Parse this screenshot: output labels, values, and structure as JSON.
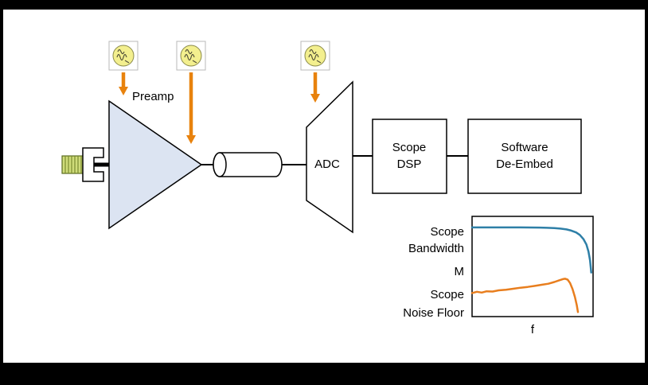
{
  "canvas": {
    "background": "#ffffff",
    "frame": "#000000"
  },
  "labels": {
    "preamp": "Preamp",
    "adc": "ADC",
    "scope_dsp": [
      "Scope",
      "DSP"
    ],
    "software_deembed": [
      "Software",
      "De-Embed"
    ]
  },
  "icons": {
    "noise_source": "noise-source-icon",
    "noise_fill": "#F3EF8E",
    "noise_stroke": "#8a8a4a",
    "arrow_color": "#E8820D"
  },
  "shapes": {
    "preamp_fill": "#DCE4F2",
    "connector_thread_fill": "#CFDC7A",
    "connector_thread_stroke": "#5a6b1f"
  },
  "chart": {
    "ylabel": "M",
    "xlabel": "f",
    "bandwidth_label": [
      "Scope",
      "Bandwidth"
    ],
    "noise_label": [
      "Scope",
      "Noise Floor"
    ],
    "bandwidth_color": "#2E7FA7",
    "noise_color": "#E87E1E"
  },
  "chart_data": {
    "type": "line",
    "title": "",
    "xlabel": "f",
    "ylabel": "M",
    "x_range_normalized": [
      0,
      1
    ],
    "y_range_normalized": [
      0,
      1
    ],
    "grid": false,
    "legend_position": "left-of-plot",
    "series": [
      {
        "name": "Scope Bandwidth",
        "color": "#2E7FA7",
        "x": [
          0,
          0.08,
          0.16,
          0.24,
          0.32,
          0.4,
          0.48,
          0.56,
          0.62,
          0.68,
          0.73,
          0.78,
          0.82,
          0.86,
          0.89,
          0.92,
          0.945,
          0.962,
          0.975,
          0.985
        ],
        "y": [
          0.89,
          0.89,
          0.89,
          0.89,
          0.89,
          0.89,
          0.889,
          0.888,
          0.886,
          0.883,
          0.878,
          0.87,
          0.858,
          0.84,
          0.815,
          0.775,
          0.72,
          0.65,
          0.56,
          0.44
        ]
      },
      {
        "name": "Scope Noise Floor",
        "color": "#E87E1E",
        "x": [
          0,
          0.04,
          0.08,
          0.12,
          0.17,
          0.22,
          0.28,
          0.34,
          0.4,
          0.46,
          0.52,
          0.58,
          0.63,
          0.68,
          0.72,
          0.75,
          0.77,
          0.79,
          0.81,
          0.83,
          0.85,
          0.865,
          0.875
        ],
        "y": [
          0.235,
          0.248,
          0.24,
          0.252,
          0.25,
          0.262,
          0.268,
          0.278,
          0.288,
          0.296,
          0.306,
          0.318,
          0.328,
          0.345,
          0.362,
          0.374,
          0.378,
          0.368,
          0.335,
          0.275,
          0.195,
          0.115,
          0.045
        ]
      }
    ]
  }
}
